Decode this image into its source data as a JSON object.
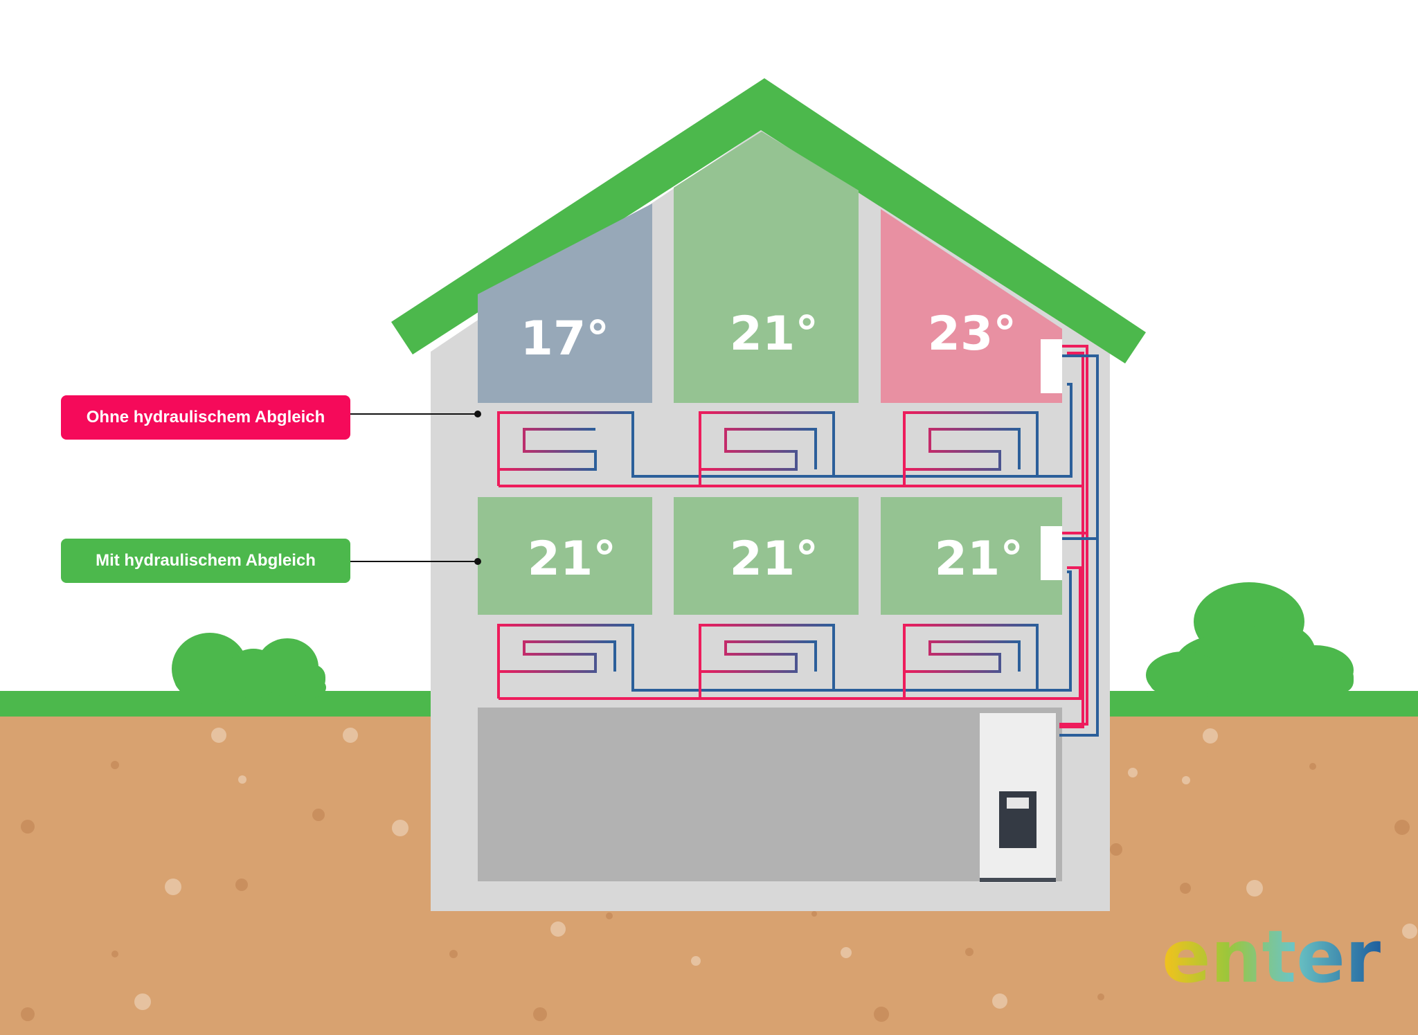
{
  "colors": {
    "sky": "#ffffff",
    "roof": "#4cb84c",
    "grass": "#4cb84c",
    "soil": "#d8a270",
    "soil_dots": "#c98f5e",
    "wall": "#d8d8d8",
    "room_cold": "#97a8b8",
    "room_ok": "#95c392",
    "room_hot": "#e890a2",
    "basement": "#b2b2b2",
    "pipe_hot": "#ee1c5c",
    "pipe_cold": "#2b5f9a",
    "callout_without": "#f50a5a",
    "callout_with": "#4cb84c",
    "heat_pump": "#eeeeee",
    "heat_pump_panel": "#343a44"
  },
  "callouts": {
    "without": "Ohne hydraulischem Abgleich",
    "with": "Mit hydraulischem Abgleich"
  },
  "rooms": {
    "upper_floor": [
      "17°",
      "21°",
      "23°"
    ],
    "ground_floor": [
      "21°",
      "21°",
      "21°"
    ]
  },
  "logo": {
    "text": "enter"
  }
}
